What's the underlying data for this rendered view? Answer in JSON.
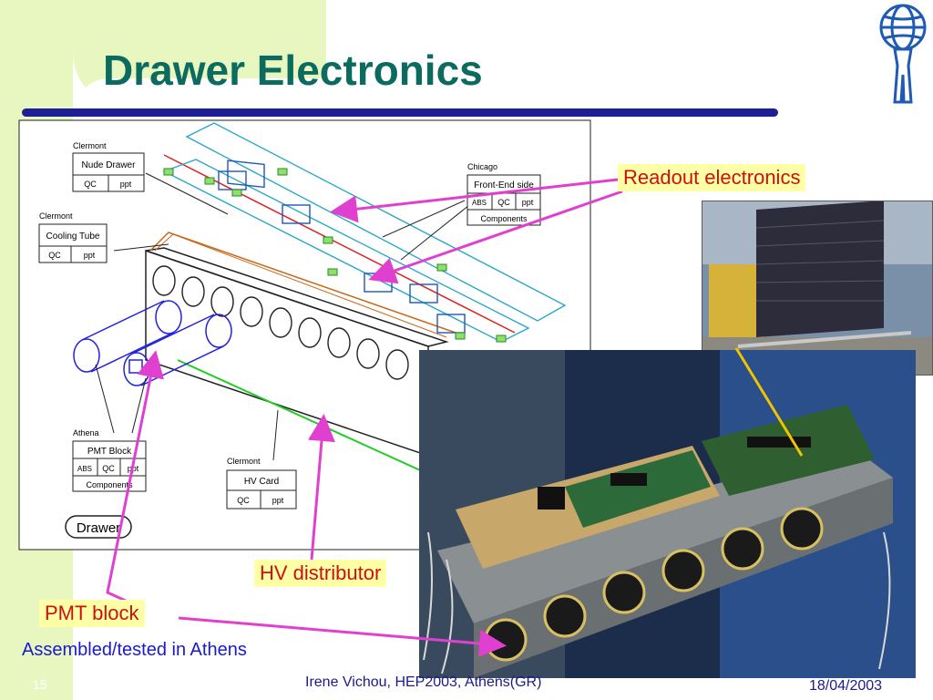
{
  "slide": {
    "title": "Drawer Electronics",
    "colors": {
      "title": "#0b6b5e",
      "callout_bg": "#ffffa6",
      "callout_text": "#cc1010",
      "arrow": "#e040d0",
      "bar": "#1e1e96",
      "corner": "#e8f7c0"
    }
  },
  "callouts": {
    "readout": "Readout electronics",
    "hv": "HV distributor",
    "pmt": "PMT block"
  },
  "caption": "Assembled/tested in Athens",
  "diagram": {
    "nude_drawer": {
      "site": "Clermont",
      "name": "Nude Drawer",
      "qc": "QC",
      "ppt": "ppt"
    },
    "cooling_tube": {
      "site": "Clermont",
      "name": "Cooling Tube",
      "qc": "QC",
      "ppt": "ppt"
    },
    "front_end": {
      "site": "Chicago",
      "name": "Front-End side",
      "abs": "ABS",
      "qc": "QC",
      "ppt": "ppt",
      "components": "Components"
    },
    "pmt_block": {
      "site": "Athena",
      "name": "PMT Block",
      "abs": "ABS",
      "qc": "QC",
      "ppt": "ppt",
      "components": "Components"
    },
    "hv_card": {
      "site": "Clermont",
      "name": "HV Card",
      "qc": "QC",
      "ppt": "ppt"
    },
    "drawer_label": "Drawer"
  },
  "footer": {
    "page": "15",
    "author": "Irene Vichou, HEP2003, Athens(GR)",
    "date": "18/04/2003"
  },
  "logo": {
    "name": "atlas-logo-icon"
  }
}
